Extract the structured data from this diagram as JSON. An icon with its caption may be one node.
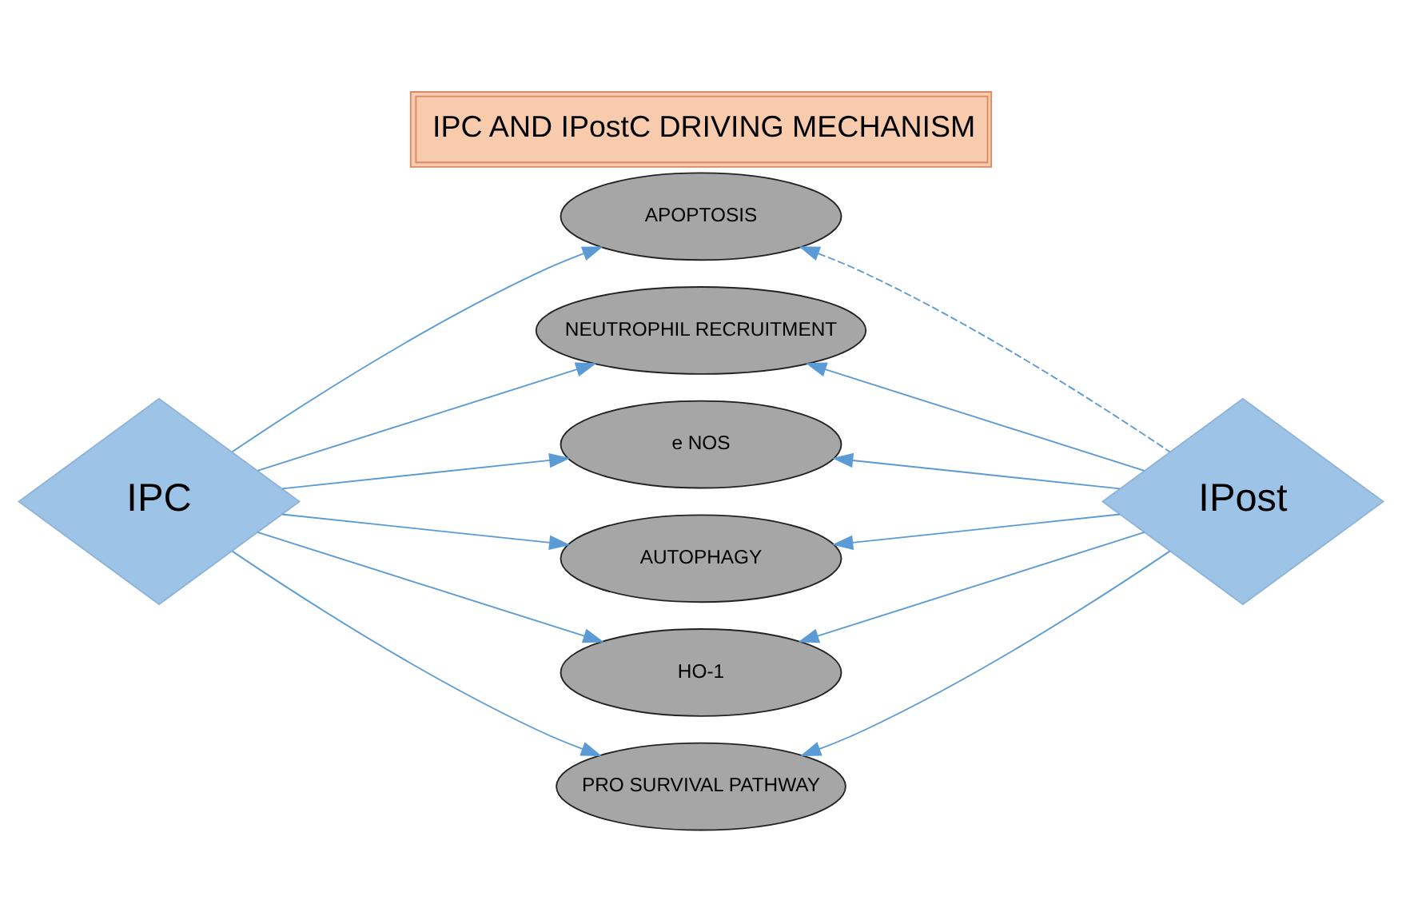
{
  "diagram": {
    "title": "IPC AND IPostC DRIVING MECHANISM",
    "nodes": [
      {
        "text": [
          "IPC"
        ]
      },
      {
        "text": [
          "APOPTOSIS"
        ]
      },
      {
        "text": [
          "NEUTROPHIL RECRUITMENT"
        ]
      },
      {
        "text": [
          "e NOS"
        ]
      },
      {
        "text": [
          "AUTOPHAGY"
        ]
      },
      {
        "text": [
          "HO-1"
        ]
      },
      {
        "text": [
          "PRO SURVIVAL PATHWAY"
        ]
      },
      {
        "text": [
          "IPost"
        ]
      }
    ],
    "edges": [
      {
        "from": 0,
        "to": 1,
        "arrow": "to"
      },
      {
        "from": 0,
        "to": 2,
        "arrow": "to"
      },
      {
        "from": 0,
        "to": 3,
        "arrow": "to"
      },
      {
        "from": 0,
        "to": 4,
        "arrow": "to"
      },
      {
        "from": 0,
        "to": 5,
        "arrow": "to"
      },
      {
        "from": 0,
        "to": 6,
        "arrow": "to"
      },
      {
        "from": 7,
        "to": 1,
        "arrow": "to",
        "style": "dashed"
      },
      {
        "from": 7,
        "to": 2,
        "arrow": "to"
      },
      {
        "from": 7,
        "to": 3,
        "arrow": "to"
      },
      {
        "from": 7,
        "to": 4,
        "arrow": "to"
      },
      {
        "from": 7,
        "to": 5,
        "arrow": "to"
      },
      {
        "from": 7,
        "to": 6,
        "arrow": "to"
      }
    ]
  }
}
